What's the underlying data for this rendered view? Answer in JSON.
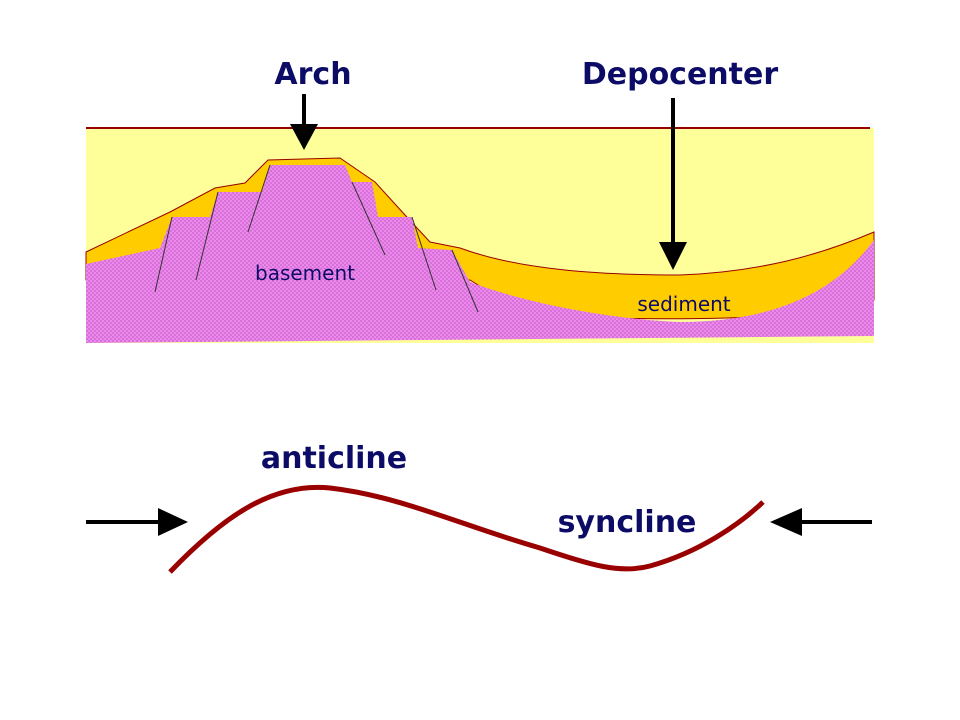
{
  "labels": {
    "arch": "Arch",
    "depocenter": "Depocenter",
    "basement": "basement",
    "sediment": "sediment",
    "anticline": "anticline",
    "syncline": "syncline"
  },
  "colors": {
    "water": "#ffff99",
    "sediment": "#ffcc00",
    "basement": "#ee88ee",
    "surface_line": "#990000",
    "fold_line": "#990000",
    "text": "#0c0c66",
    "arrow": "#000000"
  }
}
